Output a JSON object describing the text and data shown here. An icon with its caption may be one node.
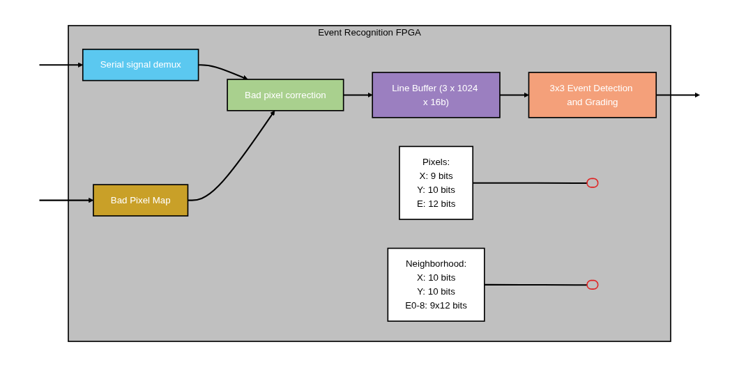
{
  "diagram": {
    "nodes": [
      {
        "text": [
          "Event Recognition FPGA"
        ]
      },
      {
        "text": [
          "Serial signal demux"
        ],
        "in": 0
      },
      {
        "text": [
          "Bad pixel correction"
        ],
        "in": 0
      },
      {
        "text": [
          "Line Buffer (3 x 1024 x 16b)"
        ],
        "in": 0
      },
      {
        "text": [
          "Bad Pixel Map"
        ],
        "in": 0
      },
      {
        "text": [
          "3x3 Event Detection and Grading"
        ],
        "in": 0
      },
      {
        "text": [
          "Pixels:",
          "X: 9 bits",
          "Y: 10 bits",
          "E: 12 bits"
        ],
        "in": 0
      },
      {
        "text": [],
        "shape": "ellipse",
        "in": 0
      },
      {
        "text": [
          "Neighborhood:",
          "X: 10 bits",
          "Y: 10 bits",
          "E0-8: 9x12 bits"
        ],
        "in": 0
      },
      {
        "text": [],
        "shape": "ellipse",
        "in": 0
      }
    ],
    "edges": [
      {
        "from": null,
        "to": 1,
        "arrow": "to"
      },
      {
        "from": 1,
        "to": 2,
        "arrow": "to"
      },
      {
        "from": 2,
        "to": 3,
        "arrow": "to"
      },
      {
        "from": 3,
        "to": 5,
        "arrow": "to"
      },
      {
        "from": 4,
        "to": 2,
        "arrow": "to"
      },
      {
        "from": 5,
        "to": null,
        "arrow": "to"
      },
      {
        "from": null,
        "to": 4,
        "arrow": "to"
      },
      {
        "from": 6,
        "to": 7,
        "arrow": "none"
      },
      {
        "from": 8,
        "to": 9,
        "arrow": "none"
      }
    ]
  }
}
